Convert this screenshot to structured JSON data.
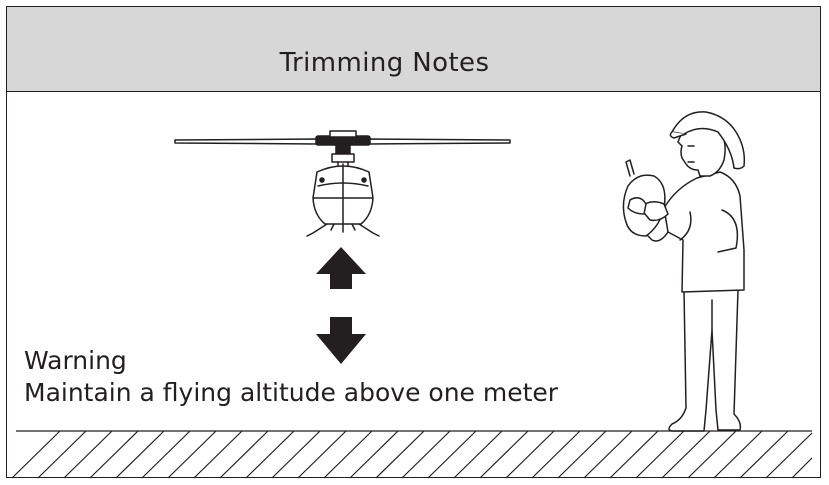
{
  "header": {
    "title": "Trimming Notes"
  },
  "warning": {
    "heading": "Warning",
    "text": "Maintain a flying altitude above one meter"
  },
  "colors": {
    "ink": "#231f20",
    "header_bg": "#d7d7d7",
    "background": "#ffffff"
  },
  "icons": [
    "helicopter-icon",
    "arrow-up-icon",
    "arrow-down-icon",
    "pilot-with-transmitter-icon",
    "hatched-ground-icon"
  ]
}
